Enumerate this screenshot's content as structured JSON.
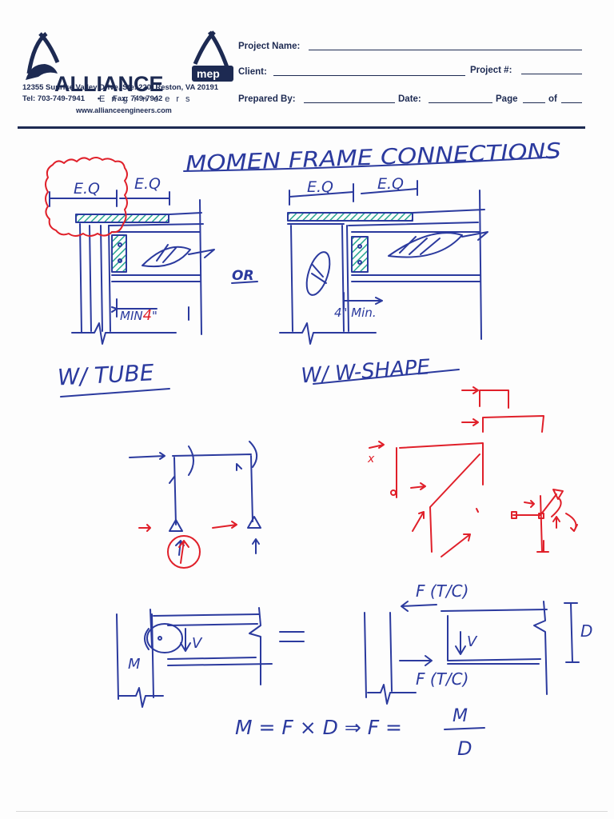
{
  "letterhead": {
    "company_word": "ALLIANCE",
    "company_sub": "Engineers",
    "badge": "mep",
    "address": "12355 Sunrise Valley Drive. Ste. 220, Reston, VA 20191",
    "tel": "Tel: 703-749-7941",
    "bullet": "•",
    "fax": "Fax: 749-7942",
    "website": "www.allianceengineers.com"
  },
  "form": {
    "project_name_label": "Project Name:",
    "client_label": "Client:",
    "project_number_label": "Project #:",
    "prepared_by_label": "Prepared By:",
    "date_label": "Date:",
    "page_label": "Page",
    "of_label": "of"
  },
  "sketch_text": {
    "title": "MOMEN FRAME CONNECTIONS",
    "eq_left_1": "E.Q",
    "eq_left_2": "E.Q",
    "eq_right_1": "E.Q",
    "eq_right_2": "E.Q",
    "or": "OR",
    "min_left_a": "MIN",
    "min_left_b": "4",
    "min_left_c": "\"",
    "min_right": "4\" Min.",
    "caption_left": "W/ TUBE",
    "caption_right": "W/ W-SHAPE",
    "moment": "M",
    "shear_left": "V",
    "shear_right": "V",
    "force_top": "F (T/C)",
    "force_bottom": "F (T/C)",
    "depth": "D",
    "equation_lhs": "M = F × D ⇒ F =",
    "equation_num": "M",
    "equation_den": "D",
    "x_mark": "x"
  },
  "colors": {
    "ink_blue": "#2b3a9e",
    "ink_red": "#e0202a",
    "hatch_green": "#2aa890",
    "letterhead_navy": "#1d2a52"
  }
}
